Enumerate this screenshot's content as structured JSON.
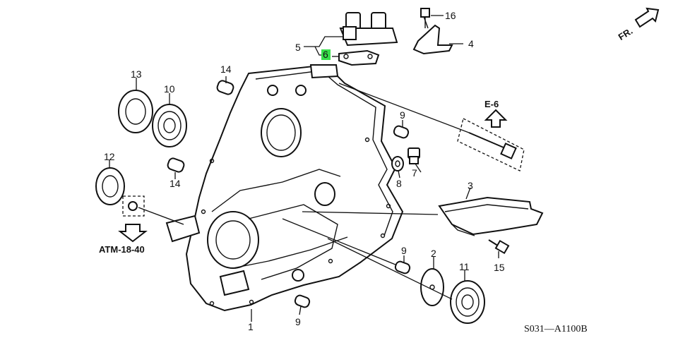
{
  "diagram": {
    "callouts": {
      "p1": "1",
      "p2": "2",
      "p3": "3",
      "p4": "4",
      "p5": "5",
      "p6": "6",
      "p7": "7",
      "p8": "8",
      "p9a": "9",
      "p9b": "9",
      "p9c": "9",
      "p10": "10",
      "p11": "11",
      "p12": "12",
      "p13": "13",
      "p14a": "14",
      "p14b": "14",
      "p15": "15",
      "p16": "16"
    },
    "references": {
      "top_right": "E-6",
      "left": "ATM-18-40"
    },
    "direction_label": "FR.",
    "diagram_code": "S031—A1100B",
    "highlighted_callout": "6",
    "highlight_color": "#37e04a"
  }
}
